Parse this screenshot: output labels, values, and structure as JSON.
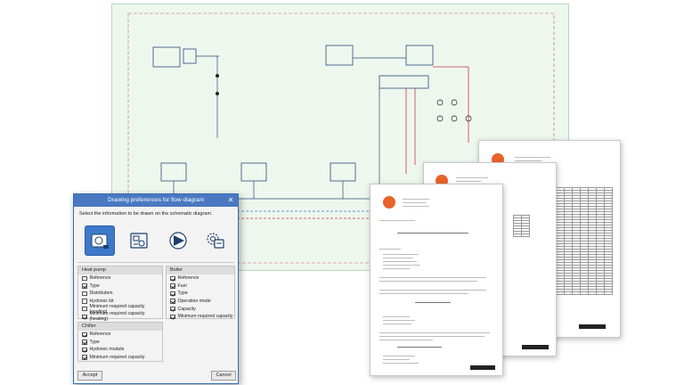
{
  "dialog": {
    "title": "Drawing preferences for flow diagram",
    "instruction": "Select the information to be drawn on the schematic diagram.",
    "icons": [
      {
        "name": "heat-pump-icon",
        "selected": true
      },
      {
        "name": "chiller-icon",
        "selected": false
      },
      {
        "name": "pump-icon",
        "selected": false
      },
      {
        "name": "boiler-icon",
        "selected": false
      }
    ],
    "heat_pump": {
      "title": "Heat pump",
      "options": [
        {
          "label": "Reference",
          "checked": false
        },
        {
          "label": "Type",
          "checked": true
        },
        {
          "label": "Distribution",
          "checked": false
        },
        {
          "label": "Hydronic kit",
          "checked": false
        },
        {
          "label": "Minimum required capacity (cooling)",
          "checked": false
        },
        {
          "label": "Minimum required capacity (heating)",
          "checked": true
        }
      ]
    },
    "boiler": {
      "title": "Boiler",
      "options": [
        {
          "label": "Reference",
          "checked": true
        },
        {
          "label": "Fuel",
          "checked": true
        },
        {
          "label": "Type",
          "checked": true
        },
        {
          "label": "Operation mode",
          "checked": true
        },
        {
          "label": "Capacity",
          "checked": true
        },
        {
          "label": "Minimum required capacity",
          "checked": true
        }
      ]
    },
    "chiller": {
      "title": "Chiller",
      "options": [
        {
          "label": "Reference",
          "checked": true
        },
        {
          "label": "Type",
          "checked": true
        },
        {
          "label": "Hydronic module",
          "checked": true
        },
        {
          "label": "Minimum required capacity",
          "checked": true
        }
      ]
    },
    "accept_label": "Accept",
    "cancel_label": "Cancel",
    "close_glyph": "✕"
  },
  "colors": {
    "title_bar": "#4a79c2",
    "selected_icon": "#3d78c9",
    "schematic_bg": "#eef7ee",
    "logo": "#e8622a"
  }
}
